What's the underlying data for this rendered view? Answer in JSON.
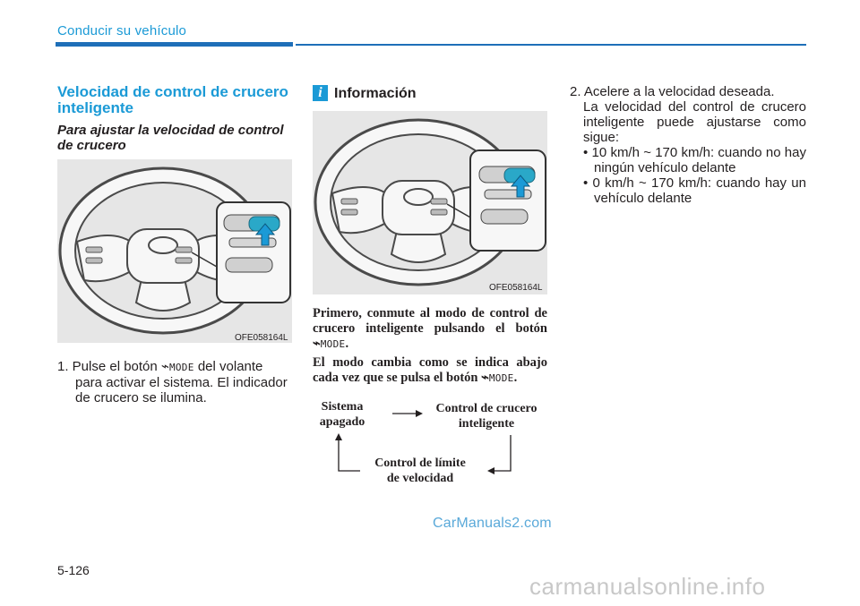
{
  "header": {
    "title": "Conducir su vehículo"
  },
  "left_column": {
    "section_title": "Velocidad de control de crucero inteligente",
    "subtitle": "Para ajustar la velocidad de control de crucero",
    "figure_code": "OFE058164L",
    "step1_prefix": "1. Pulse el botón",
    "step1_mode": "MODE",
    "step1_suffix": "del volante",
    "step1_rest": "para activar el sistema. El indicador de crucero se ilumina."
  },
  "info_column": {
    "icon": "info-icon",
    "icon_letter": "i",
    "title": "Información",
    "figure_code": "OFE058164L",
    "para1_text": "Primero, conmute al modo de control de crucero inteligente pulsando el botón",
    "para1_mode": "MODE",
    "para1_end": ".",
    "para2_text": "El modo cambia como se indica abajo cada vez que se pulsa el botón",
    "para2_mode": "MODE",
    "para2_end": ".",
    "diagram": {
      "node_off_line1": "Sistema",
      "node_off_line2": "apagado",
      "node_scc_line1": "Control de crucero",
      "node_scc_line2": "inteligente",
      "node_limit_line1": "Control de límite",
      "node_limit_line2": "de velocidad"
    }
  },
  "right_column": {
    "step2_title": "2. Acelere a la velocidad deseada.",
    "step2_desc": "La velocidad del control de crucero inteligente puede ajustarse como sigue:",
    "bullet1": "• 10 km/h ~ 170 km/h: cuando no hay ningún vehículo delante",
    "bullet2": "• 0 km/h ~ 170 km/h: cuando hay un vehículo delante"
  },
  "footer": {
    "page_number": "5-126",
    "watermark": "CarManuals2.com",
    "site_mark": "carmanualsonline.info"
  },
  "colors": {
    "accent": "#1b9ad6",
    "bar": "#1e6fb8",
    "highlight": "#2aa8c8"
  }
}
